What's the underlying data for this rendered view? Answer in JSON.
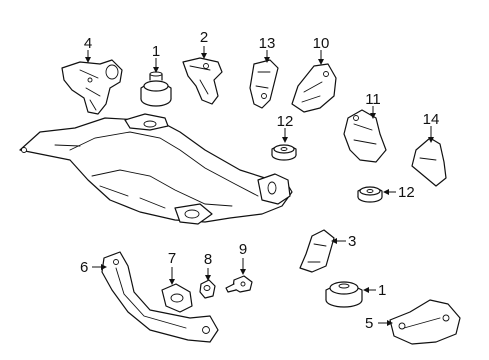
{
  "callouts": {
    "c1a": "1",
    "c1b": "1",
    "c2": "2",
    "c3": "3",
    "c4": "4",
    "c5": "5",
    "c6": "6",
    "c7": "7",
    "c8": "8",
    "c9": "9",
    "c10": "10",
    "c11": "11",
    "c12a": "12",
    "c12b": "12",
    "c13": "13",
    "c14": "14"
  }
}
